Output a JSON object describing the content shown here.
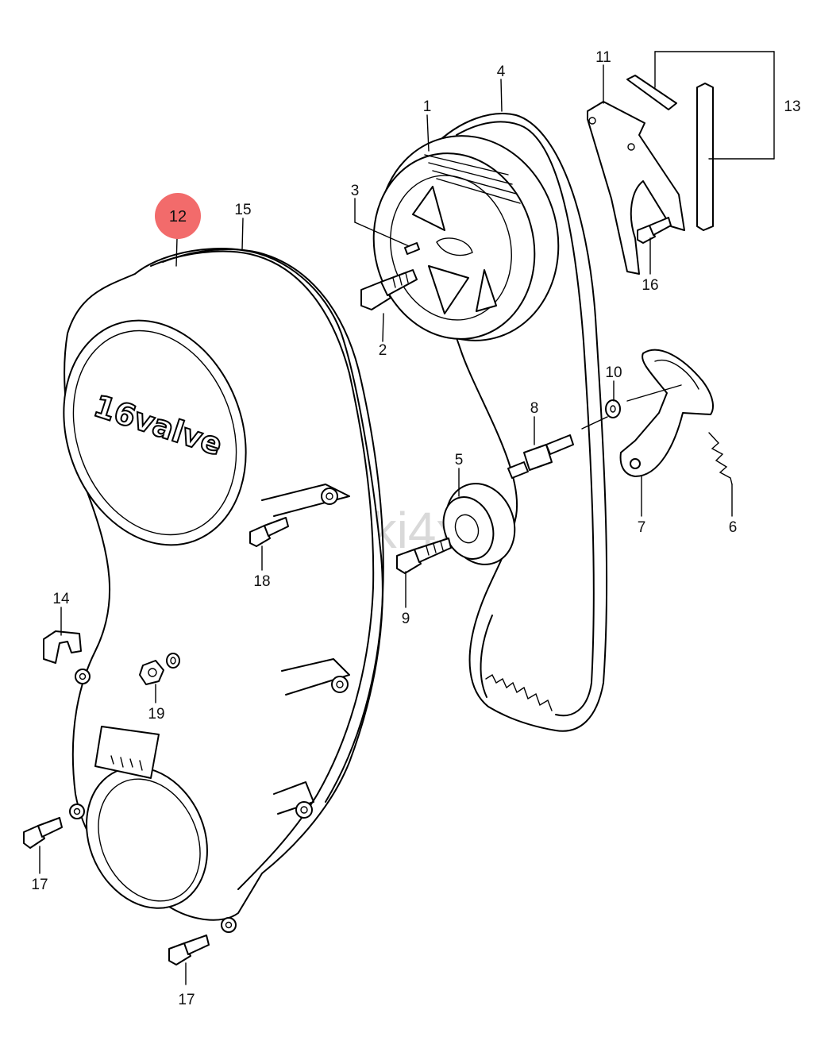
{
  "diagram": {
    "watermark": "zuki4x4.hu",
    "cover_text": "16valve",
    "highlight_color": "#f26b6b",
    "highlighted_part": "12",
    "callouts": {
      "p1": "1",
      "p2": "2",
      "p3": "3",
      "p4": "4",
      "p5": "5",
      "p6": "6",
      "p7": "7",
      "p8": "8",
      "p9": "9",
      "p10": "10",
      "p11": "11",
      "p12": "12",
      "p13": "13",
      "p14": "14",
      "p15": "15",
      "p16": "16",
      "p17a": "17",
      "p17b": "17",
      "p18": "18",
      "p19": "19"
    }
  }
}
